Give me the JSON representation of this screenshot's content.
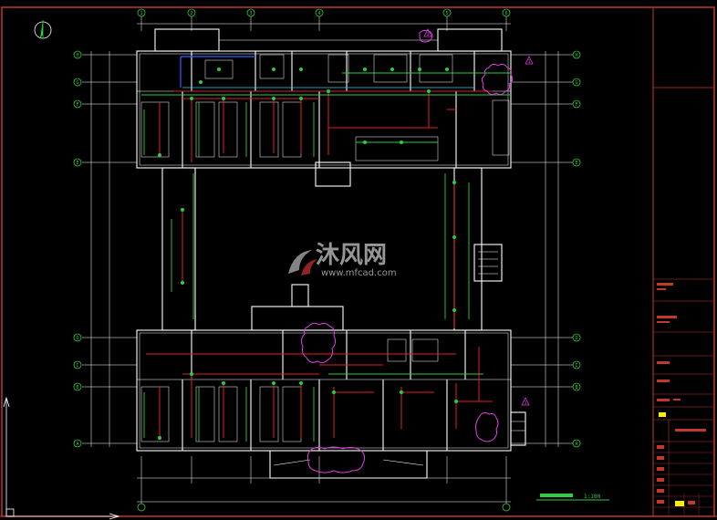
{
  "watermark": {
    "brand_cn": "沐风网",
    "url": "www.mfcad.com"
  },
  "drawing": {
    "scale_label": "1:100",
    "grid_top": [
      "1",
      "2",
      "3",
      "4",
      "5",
      "6"
    ],
    "grid_left": [
      "H",
      "G",
      "F",
      "E",
      "D",
      "C",
      "B",
      "A"
    ],
    "grid_right": [
      "H",
      "G",
      "F",
      "E",
      "D",
      "C",
      "B",
      "A"
    ],
    "revision_marks": [
      "1",
      "1",
      "1"
    ]
  },
  "colors": {
    "background": "#000000",
    "border": "#c0392b",
    "walls": "#ffffff",
    "water_supply": "#e0202a",
    "drainage": "#2ecc40",
    "cloud": "#e040e0",
    "blue_line": "#3060ff",
    "accent_yellow": "#ffee00"
  }
}
